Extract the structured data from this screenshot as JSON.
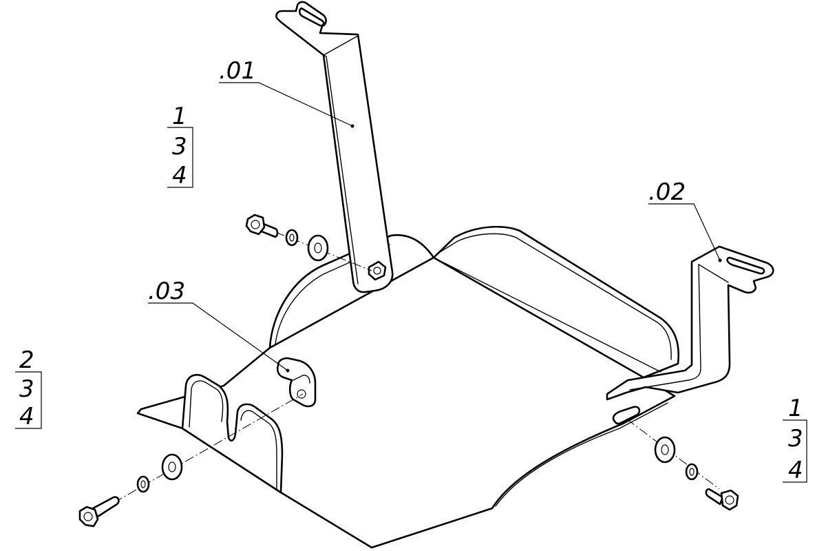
{
  "callouts": {
    "part_01": ".01",
    "part_02": ".02",
    "part_03": ".03",
    "stack_left_upper": [
      "1",
      "3",
      "4"
    ],
    "stack_left_lower": [
      "2",
      "3",
      "4"
    ],
    "stack_right": [
      "1",
      "3",
      "4"
    ]
  },
  "colors": {
    "line": "#000000",
    "background": "#ffffff"
  }
}
